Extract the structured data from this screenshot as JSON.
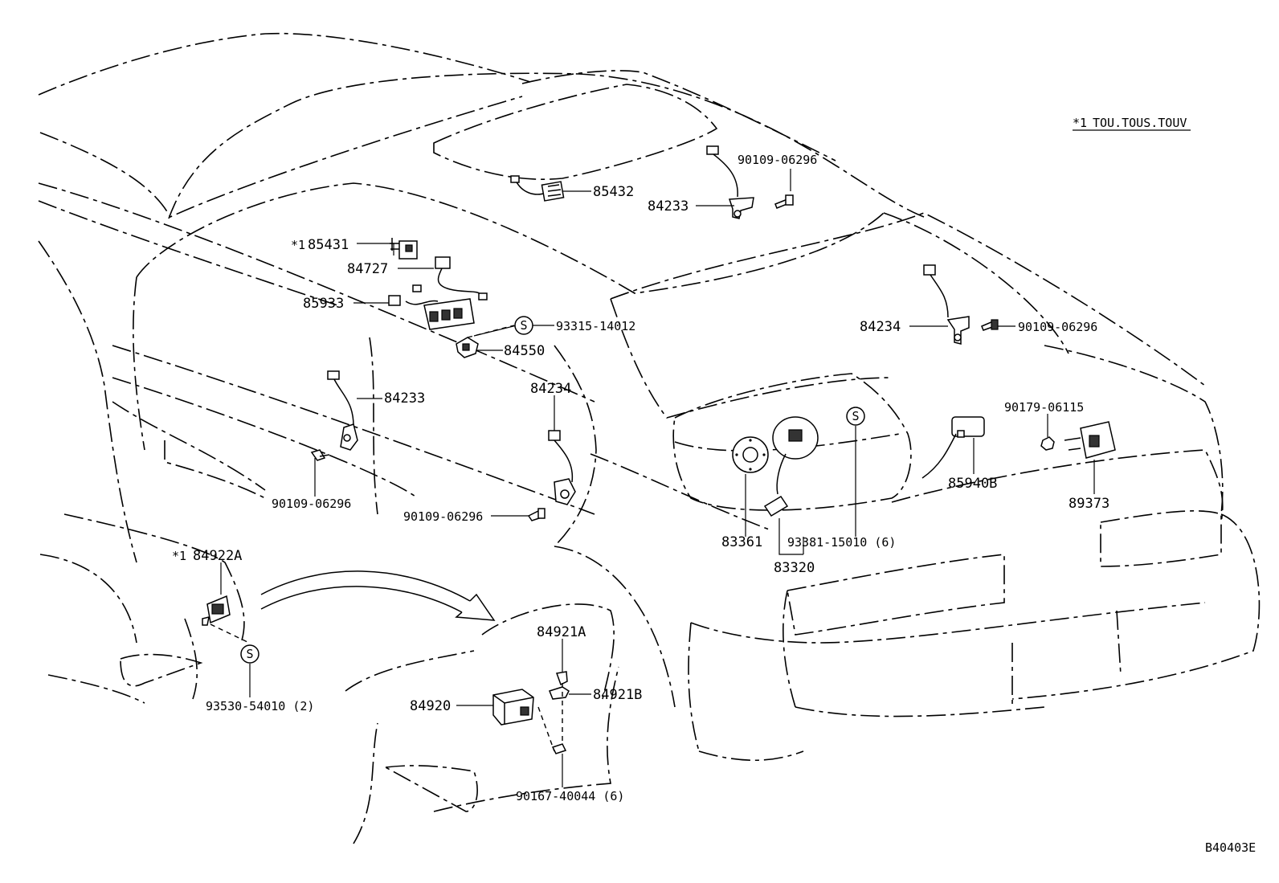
{
  "note": {
    "mark": "*1",
    "models": "TOU.TOUS.TOUV"
  },
  "figure_code": "B40403E",
  "labels": {
    "p85432": "85432",
    "p84233_top": "84233",
    "bolt_top": "90109-06296",
    "p85431_mark": "*1",
    "p85431": "85431",
    "p84727": "84727",
    "p85933": "85933",
    "p93315": "93315-14012",
    "p84550": "84550",
    "p84233_left": "84233",
    "bolt_left": "90109-06296",
    "p84234_mid": "84234",
    "bolt_mid": "90109-06296",
    "p84234_right": "84234",
    "bolt_right": "90109-06296",
    "p90179": "90179-06115",
    "p85940b": "85940B",
    "p89373": "89373",
    "p83361": "83361",
    "p93381": "93381-15010 (6)",
    "p83320": "83320",
    "p84922a_mark": "*1",
    "p84922a": "84922A",
    "p93530": "93530-54010 (2)",
    "p84921a": "84921A",
    "p84920": "84920",
    "p84921b": "84921B",
    "p90167": "90167-40044 (6)",
    "s_symbol": "S"
  }
}
